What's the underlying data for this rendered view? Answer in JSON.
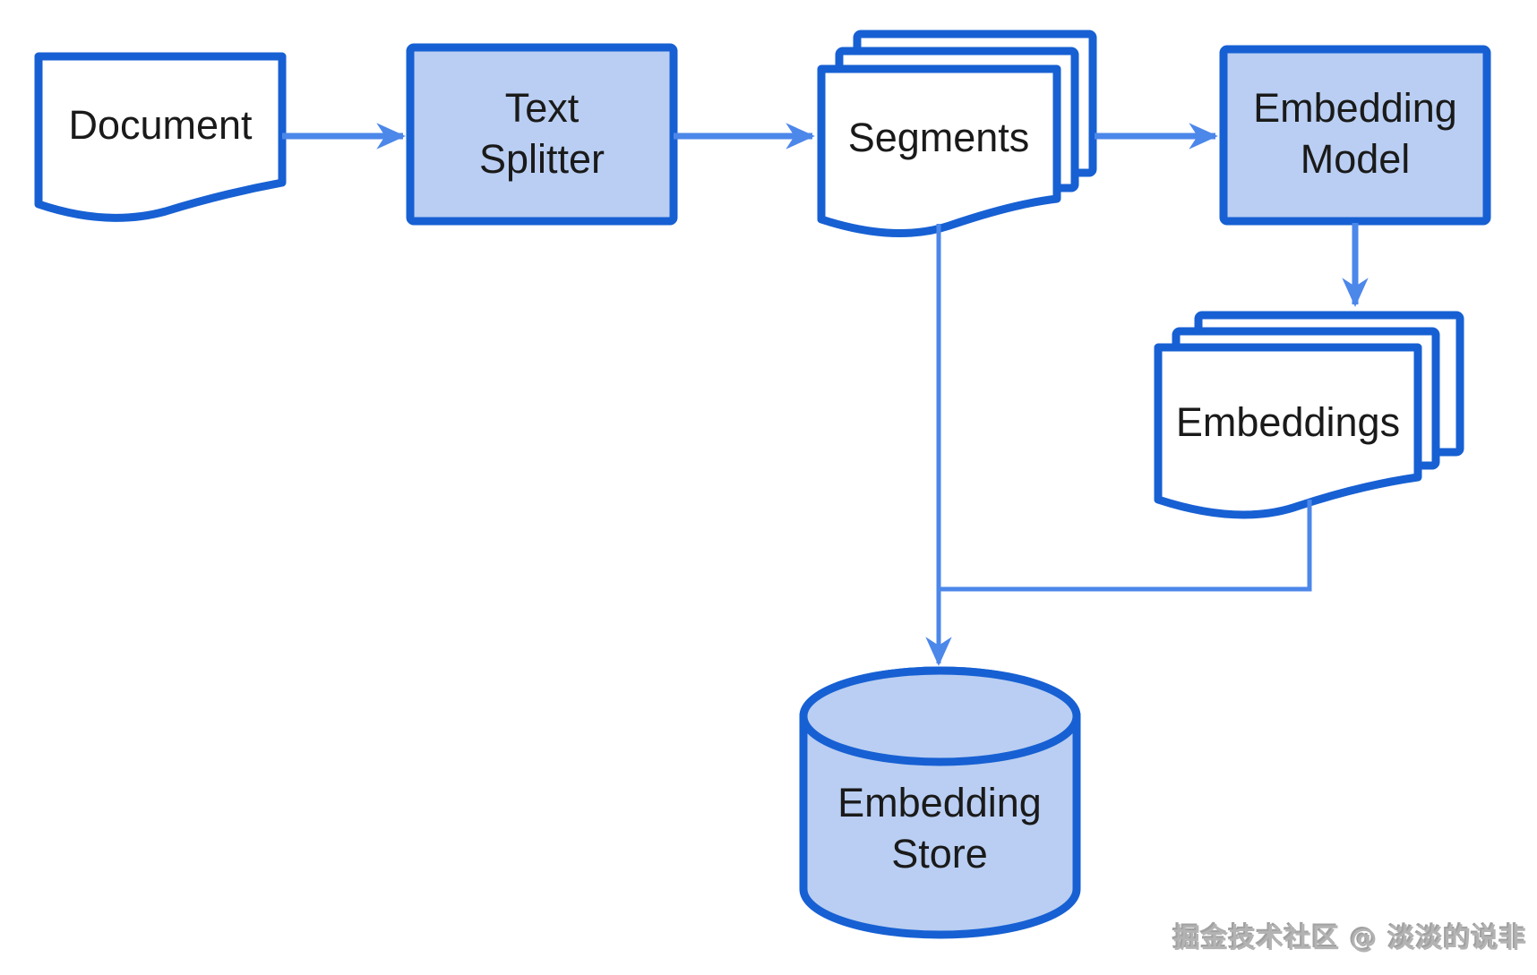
{
  "diagram": {
    "description": "Embedding pipeline flowchart",
    "nodes": {
      "document": {
        "label": "Document",
        "shape": "document"
      },
      "text_splitter": {
        "label": "Text Splitter",
        "label_line1": "Text",
        "label_line2": "Splitter",
        "shape": "process-box"
      },
      "segments": {
        "label": "Segments",
        "shape": "stacked-documents"
      },
      "embedding_model": {
        "label": "Embedding Model",
        "label_line1": "Embedding",
        "label_line2": "Model",
        "shape": "process-box"
      },
      "embeddings": {
        "label": "Embeddings",
        "shape": "stacked-documents"
      },
      "embedding_store": {
        "label": "Embedding Store",
        "label_line1": "Embedding",
        "label_line2": "Store",
        "shape": "database-cylinder"
      }
    },
    "edges": [
      {
        "from": "document",
        "to": "text_splitter"
      },
      {
        "from": "text_splitter",
        "to": "segments"
      },
      {
        "from": "segments",
        "to": "embedding_model"
      },
      {
        "from": "embedding_model",
        "to": "embeddings"
      },
      {
        "from": "segments",
        "to": "embedding_store"
      },
      {
        "from": "embeddings",
        "to": "embedding_store"
      }
    ]
  },
  "watermark": {
    "text": "掘金技术社区 @ 淡淡的说非"
  },
  "colors": {
    "shape_border": "#1760d3",
    "shape_fill": "#b9cef2",
    "document_fill": "#ffffff",
    "arrow": "#4c87ea",
    "label_text": "#1a1a1a",
    "watermark": "#b3b3b3",
    "background": "#ffffff"
  }
}
